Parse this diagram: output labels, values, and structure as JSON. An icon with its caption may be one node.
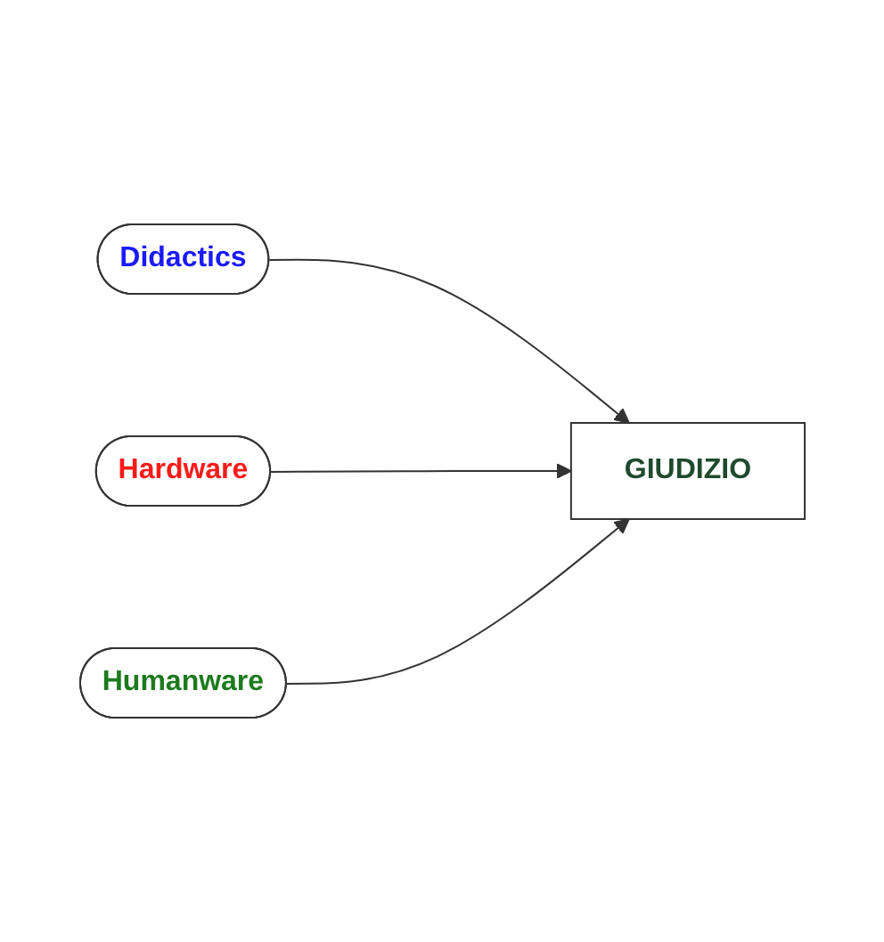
{
  "diagram": {
    "nodes": [
      {
        "text": [
          "Didactics"
        ]
      },
      {
        "text": [
          "Hardware"
        ]
      },
      {
        "text": [
          "Humanware"
        ]
      },
      {
        "text": [
          "GIUDIZIO"
        ]
      }
    ],
    "edges": [
      {
        "from": 0,
        "to": 3,
        "arrow": "to"
      },
      {
        "from": 1,
        "to": 3,
        "arrow": "to"
      },
      {
        "from": 2,
        "to": 3,
        "arrow": "to"
      }
    ]
  }
}
